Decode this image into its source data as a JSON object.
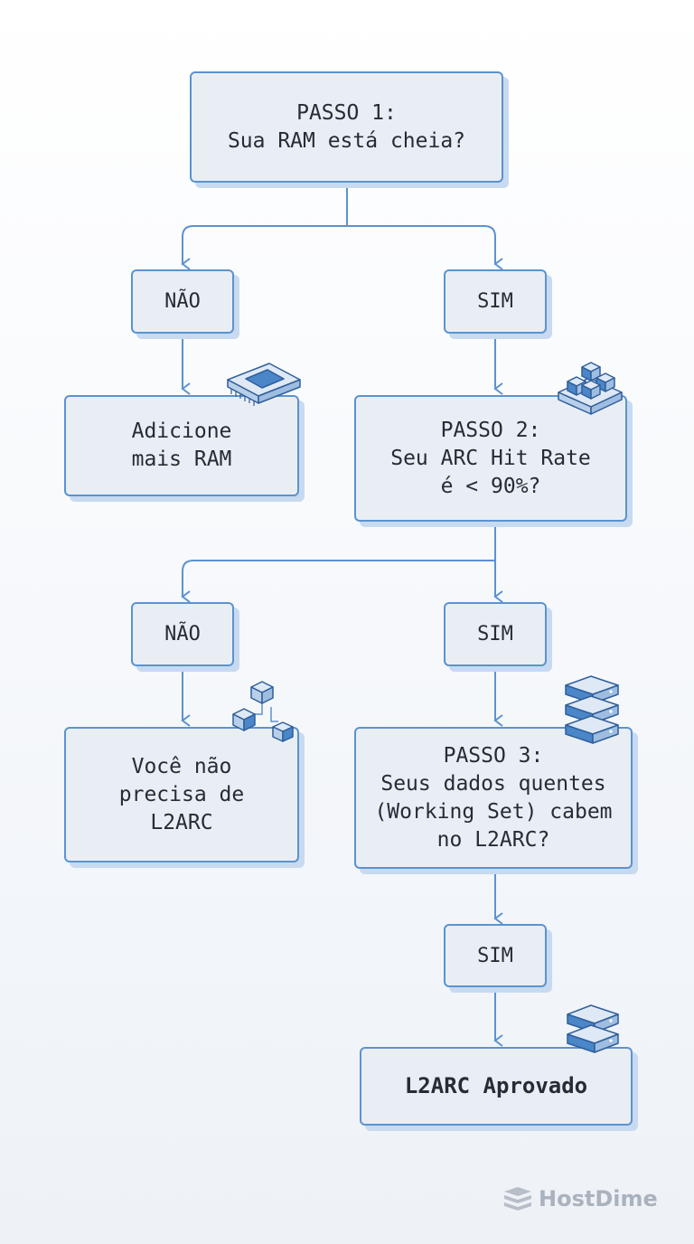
{
  "step1": {
    "text": "PASSO 1:\nSua RAM está cheia?"
  },
  "step1_no": {
    "label": "NÃO"
  },
  "step1_yes": {
    "label": "SIM"
  },
  "result_add_ram": {
    "text": "Adicione\nmais RAM"
  },
  "step2": {
    "text": "PASSO 2:\nSeu ARC Hit Rate\né < 90%?"
  },
  "step2_no": {
    "label": "NÃO"
  },
  "step2_yes": {
    "label": "SIM"
  },
  "result_no_l2arc": {
    "text": "Você não\nprecisa de\nL2ARC"
  },
  "step3": {
    "text": "PASSO 3:\nSeus dados quentes\n(Working Set) cabem\nno L2ARC?"
  },
  "step3_yes": {
    "label": "SIM"
  },
  "result_approved": {
    "text": "L2ARC Aprovado"
  },
  "brand": {
    "name": "HostDime"
  },
  "icons": [
    "ram-module-icon",
    "blocks-stack-icon",
    "connected-cubes-icon",
    "server-stack-icon",
    "server-icon",
    "hostdime-logo-icon"
  ],
  "colors": {
    "accent": "#5b93cf",
    "box_fill": "#e9eef5",
    "box_shadow": "#c8daf0",
    "text": "#262c33",
    "brand": "#aab2bd"
  }
}
